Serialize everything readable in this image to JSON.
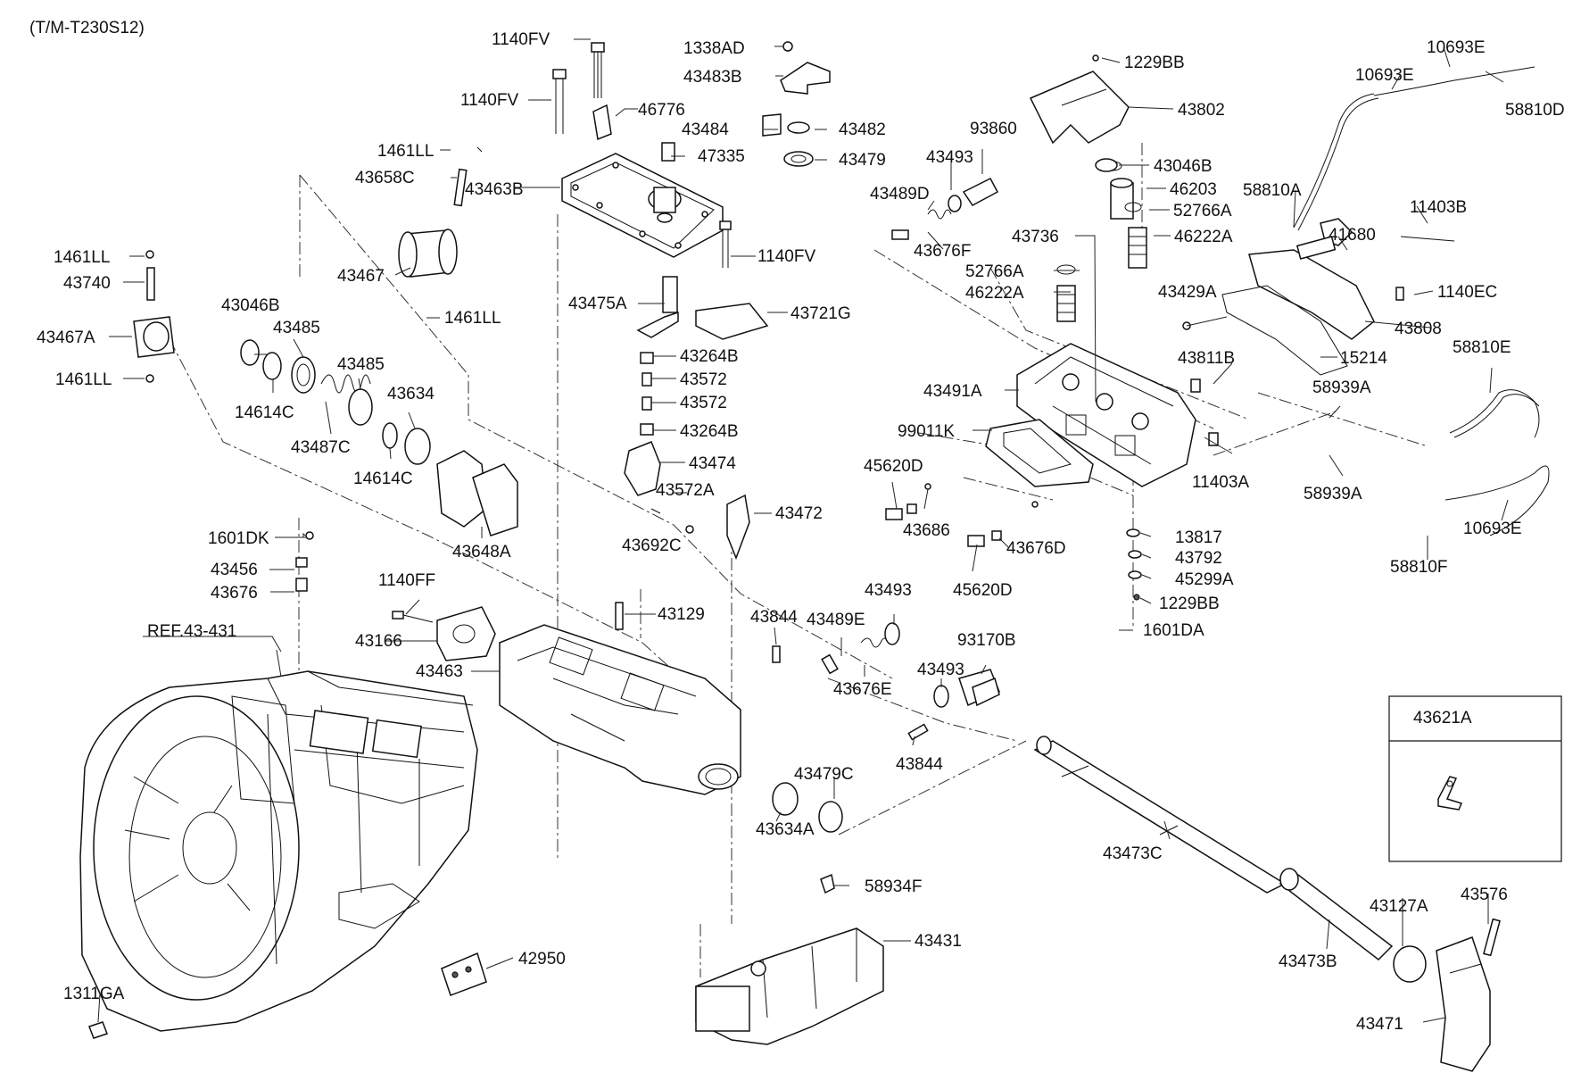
{
  "header": {
    "model_code": "(T/M-T230S12)"
  },
  "reference": {
    "label": "REF.43-431"
  },
  "inset": {
    "label": "43621A",
    "part_icon": "bracket-icon"
  },
  "labels": {
    "l_1140FV_a": "1140FV",
    "l_1140FV_b": "1140FV",
    "l_1338AD": "1338AD",
    "l_43483B": "43483B",
    "l_46776": "46776",
    "l_43484": "43484",
    "l_43482": "43482",
    "l_1461LL_top": "1461LL",
    "l_47335": "47335",
    "l_43479": "43479",
    "l_43658C": "43658C",
    "l_43463B": "43463B",
    "l_43467": "43467",
    "l_1461LL_mid": "1461LL",
    "l_1461LL_left_a": "1461LL",
    "l_43740": "43740",
    "l_43467A": "43467A",
    "l_1461LL_left_b": "1461LL",
    "l_43046B_left": "43046B",
    "l_43485_a": "43485",
    "l_43485_b": "43485",
    "l_14614C_a": "14614C",
    "l_43487C": "43487C",
    "l_43634": "43634",
    "l_14614C_b": "14614C",
    "l_43648A": "43648A",
    "l_1140FV_c": "1140FV",
    "l_43475A": "43475A",
    "l_43721G": "43721G",
    "l_43264B_a": "43264B",
    "l_43572_a": "43572",
    "l_43572_b": "43572",
    "l_43264B_b": "43264B",
    "l_43474": "43474",
    "l_43572A": "43572A",
    "l_43472": "43472",
    "l_43692C": "43692C",
    "l_1601DK": "1601DK",
    "l_43456": "43456",
    "l_43676": "43676",
    "l_1140FF": "1140FF",
    "l_43129": "43129",
    "l_43166": "43166",
    "l_43844_a": "43844",
    "l_43489E": "43489E",
    "l_43493_c": "43493",
    "l_43676E": "43676E",
    "l_93170B": "93170B",
    "l_43493_d": "43493",
    "l_43463": "43463",
    "l_43844_b": "43844",
    "l_43479C": "43479C",
    "l_43634A": "43634A",
    "l_58934F": "58934F",
    "l_43431": "43431",
    "l_42950": "42950",
    "l_1311GA": "1311GA",
    "l_1229BB_top": "1229BB",
    "l_43802": "43802",
    "l_93860": "93860",
    "l_43493_a": "43493",
    "l_43489D": "43489D",
    "l_43676F": "43676F",
    "l_43046B_right": "43046B",
    "l_46203": "46203",
    "l_52766A_a": "52766A",
    "l_46222A_a": "46222A",
    "l_43736": "43736",
    "l_52766A_b": "52766A",
    "l_46222A_b": "46222A",
    "l_10693E_a": "10693E",
    "l_10693E_b": "10693E",
    "l_58810D": "58810D",
    "l_58810A": "58810A",
    "l_11403B": "11403B",
    "l_41680": "41680",
    "l_1140EC": "1140EC",
    "l_43429A": "43429A",
    "l_43808": "43808",
    "l_15214": "15214",
    "l_43811B": "43811B",
    "l_43491A": "43491A",
    "l_58810E": "58810E",
    "l_58939A_a": "58939A",
    "l_99011K": "99011K",
    "l_11403A": "11403A",
    "l_58939A_b": "58939A",
    "l_45620D_a": "45620D",
    "l_43686": "43686",
    "l_43676D": "43676D",
    "l_45620D_b": "45620D",
    "l_13817": "13817",
    "l_43792": "43792",
    "l_45299A": "45299A",
    "l_1229BB_bot": "1229BB",
    "l_1601DA": "1601DA",
    "l_10693E_c": "10693E",
    "l_58810F": "58810F",
    "l_43473C": "43473C",
    "l_43127A": "43127A",
    "l_43576": "43576",
    "l_43473B": "43473B",
    "l_43471": "43471"
  }
}
